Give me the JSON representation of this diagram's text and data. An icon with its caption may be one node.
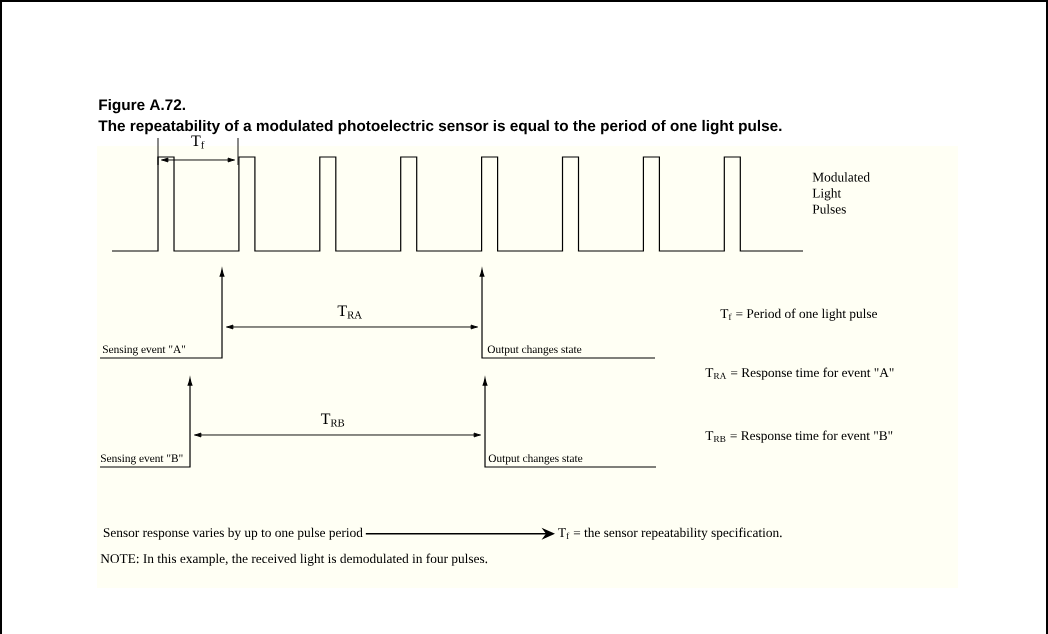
{
  "diagram": {
    "title": "Figure A.72.",
    "caption": "The repeatability of a modulated photoelectric sensor is equal to the period of one light pulse.",
    "nodes": [
      {
        "text": [
          "Sensor response varies by up to one pulse period"
        ]
      },
      {
        "text": [
          "T$_{f}$ = the sensor repeatability specification."
        ]
      }
    ],
    "edges": [
      {
        "from": 0,
        "to": 1,
        "arrow": "to"
      }
    ],
    "labels": [
      "T$_{f}$",
      "Modulated Light Pulses",
      "T$_{RA}$",
      "Sensing event \"A\"",
      "Output changes state",
      "T$_{f}$ = Period of one light pulse",
      "T$_{RA}$ = Response time for event \"A\"",
      "T$_{RB}$",
      "Sensing event \"B\"",
      "Output changes state",
      "T$_{RB}$ = Response time for event \"B\"",
      "NOTE: In this example, the received light is demodulated in four pulses."
    ]
  }
}
